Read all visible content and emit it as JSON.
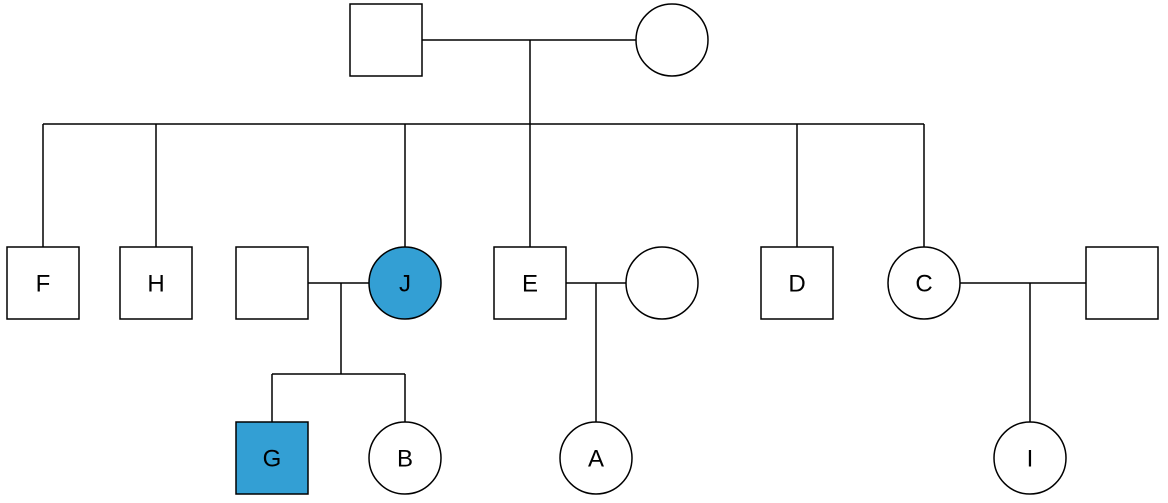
{
  "pedigree": {
    "colors": {
      "affected": "#339fd4",
      "unaffected": "#ffffff",
      "stroke": "#000000"
    },
    "individuals": [
      {
        "id": "gen1-male",
        "sex": "male",
        "label": "",
        "affected": false
      },
      {
        "id": "gen1-female",
        "sex": "female",
        "label": "",
        "affected": false
      },
      {
        "id": "F",
        "sex": "male",
        "label": "F",
        "affected": false
      },
      {
        "id": "H",
        "sex": "male",
        "label": "H",
        "affected": false
      },
      {
        "id": "j-spouse",
        "sex": "male",
        "label": "",
        "affected": false
      },
      {
        "id": "J",
        "sex": "female",
        "label": "J",
        "affected": true
      },
      {
        "id": "E",
        "sex": "male",
        "label": "E",
        "affected": false
      },
      {
        "id": "e-spouse",
        "sex": "female",
        "label": "",
        "affected": false
      },
      {
        "id": "D",
        "sex": "male",
        "label": "D",
        "affected": false
      },
      {
        "id": "C",
        "sex": "female",
        "label": "C",
        "affected": false
      },
      {
        "id": "c-spouse",
        "sex": "male",
        "label": "",
        "affected": false
      },
      {
        "id": "G",
        "sex": "male",
        "label": "G",
        "affected": true
      },
      {
        "id": "B",
        "sex": "female",
        "label": "B",
        "affected": false
      },
      {
        "id": "A",
        "sex": "female",
        "label": "A",
        "affected": false
      },
      {
        "id": "I",
        "sex": "female",
        "label": "I",
        "affected": false
      }
    ],
    "families": [
      {
        "parents": [
          "gen1-male",
          "gen1-female"
        ],
        "children": [
          "F",
          "H",
          "J",
          "E",
          "D",
          "C"
        ]
      },
      {
        "parents": [
          "j-spouse",
          "J"
        ],
        "children": [
          "G",
          "B"
        ]
      },
      {
        "parents": [
          "E",
          "e-spouse"
        ],
        "children": [
          "A"
        ]
      },
      {
        "parents": [
          "C",
          "c-spouse"
        ],
        "children": [
          "I"
        ]
      }
    ]
  }
}
